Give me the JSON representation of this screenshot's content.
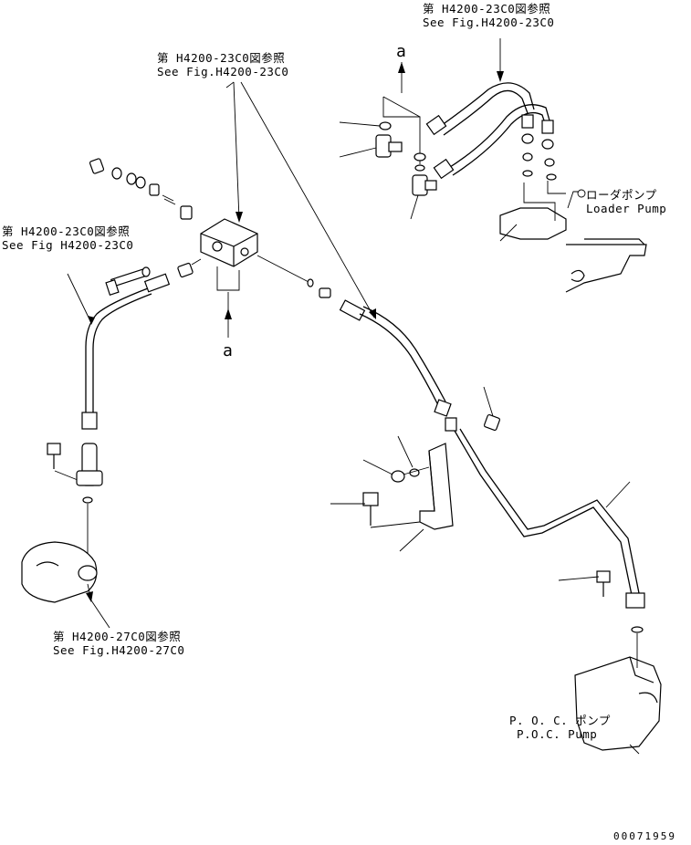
{
  "callouts": {
    "top_right": {
      "jp": "第 H4200-23C0図参照",
      "en": "See Fig.H4200-23C0"
    },
    "center": {
      "jp": "第 H4200-23C0図参照",
      "en": "See Fig.H4200-23C0"
    },
    "left": {
      "jp": "第 H4200-23C0図参照",
      "en": "See Fig H4200-23C0"
    },
    "bottom_left": {
      "jp": "第 H4200-27C0図参照",
      "en": "See Fig.H4200-27C0"
    }
  },
  "pumps": {
    "loader": {
      "jp": "ローダポンプ",
      "en": "Loader Pump"
    },
    "poc": {
      "jp": "P. O. C. ポンプ",
      "en": "P.O.C. Pump"
    }
  },
  "refs": {
    "top": "a",
    "middle": "a"
  },
  "document_number": "00071959"
}
